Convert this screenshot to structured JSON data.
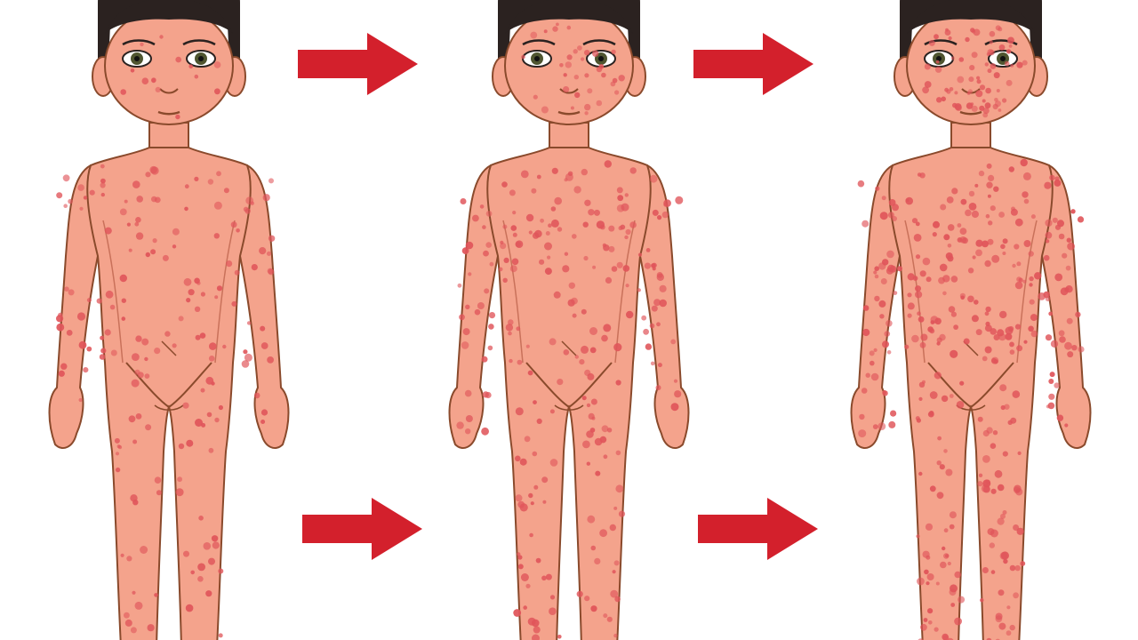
{
  "diagram": {
    "figures": [
      {
        "stage": 1,
        "rash": "light"
      },
      {
        "stage": 2,
        "rash": "moderate"
      },
      {
        "stage": 3,
        "rash": "dense"
      }
    ],
    "arrows": [
      {
        "from": 1,
        "to": 2,
        "row": "upper"
      },
      {
        "from": 2,
        "to": 3,
        "row": "upper"
      },
      {
        "from": 1,
        "to": 2,
        "row": "lower"
      },
      {
        "from": 2,
        "to": 3,
        "row": "lower"
      }
    ]
  },
  "colors": {
    "background": "#ffffff",
    "skin": "#f4a38c",
    "skin_shade": "#ef8f78",
    "outline": "#8a4a2c",
    "hair": "#2b2220",
    "spot": "#e0555a",
    "arrow": "#d3202c"
  }
}
